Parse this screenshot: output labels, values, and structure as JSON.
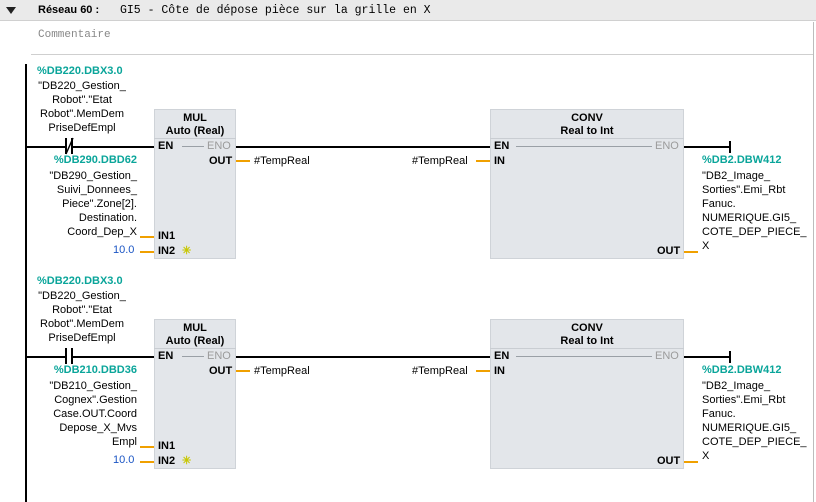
{
  "header": {
    "network": "Réseau 60 :",
    "title": "GI5 - Côte de dépose pièce sur la grille en X"
  },
  "comment": "Commentaire",
  "rungs": [
    {
      "contact_addr": "%DB220.DBX3.0",
      "contact_tag": [
        "\"DB220_Gestion_",
        "Robot\".\"Etat",
        "Robot\".MemDem",
        "PriseDefEmpl"
      ],
      "mul": {
        "title": "MUL",
        "type": "Auto (Real)",
        "en": "EN",
        "eno": "ENO",
        "out": "OUT",
        "in1": "IN1",
        "in2": "IN2"
      },
      "in1_addr": "%DB290.DBD62",
      "in1_tag": [
        "\"DB290_Gestion_",
        "Suivi_Donnees_",
        "Piece\".Zone[2].",
        "Destination.",
        "Coord_Dep_X"
      ],
      "in2_value": "10.0",
      "temp_out": "#TempReal",
      "conv": {
        "title": "CONV",
        "type": "Real  to  Int",
        "en": "EN",
        "eno": "ENO",
        "in": "IN",
        "out": "OUT"
      },
      "temp_in": "#TempReal",
      "out_addr": "%DB2.DBW412",
      "out_tag": [
        "\"DB2_Image_",
        "Sorties\".Emi_Rbt",
        "Fanuc.",
        "NUMERIQUE.GI5_",
        "COTE_DEP_PIECE_",
        "X"
      ]
    },
    {
      "contact_addr": "%DB220.DBX3.0",
      "contact_tag": [
        "\"DB220_Gestion_",
        "Robot\".\"Etat",
        "Robot\".MemDem",
        "PriseDefEmpl"
      ],
      "mul": {
        "title": "MUL",
        "type": "Auto (Real)",
        "en": "EN",
        "eno": "ENO",
        "out": "OUT",
        "in1": "IN1",
        "in2": "IN2"
      },
      "in1_addr": "%DB210.DBD36",
      "in1_tag": [
        "\"DB210_Gestion_",
        "Cognex\".Gestion",
        "Case.OUT.Coord",
        "Depose_X_Mvs",
        "Empl"
      ],
      "in2_value": "10.0",
      "temp_out": "#TempReal",
      "conv": {
        "title": "CONV",
        "type": "Real  to  Int",
        "en": "EN",
        "eno": "ENO",
        "in": "IN",
        "out": "OUT"
      },
      "temp_in": "#TempReal",
      "out_addr": "%DB2.DBW412",
      "out_tag": [
        "\"DB2_Image_",
        "Sorties\".Emi_Rbt",
        "Fanuc.",
        "NUMERIQUE.GI5_",
        "COTE_DEP_PIECE_",
        "X"
      ]
    }
  ]
}
